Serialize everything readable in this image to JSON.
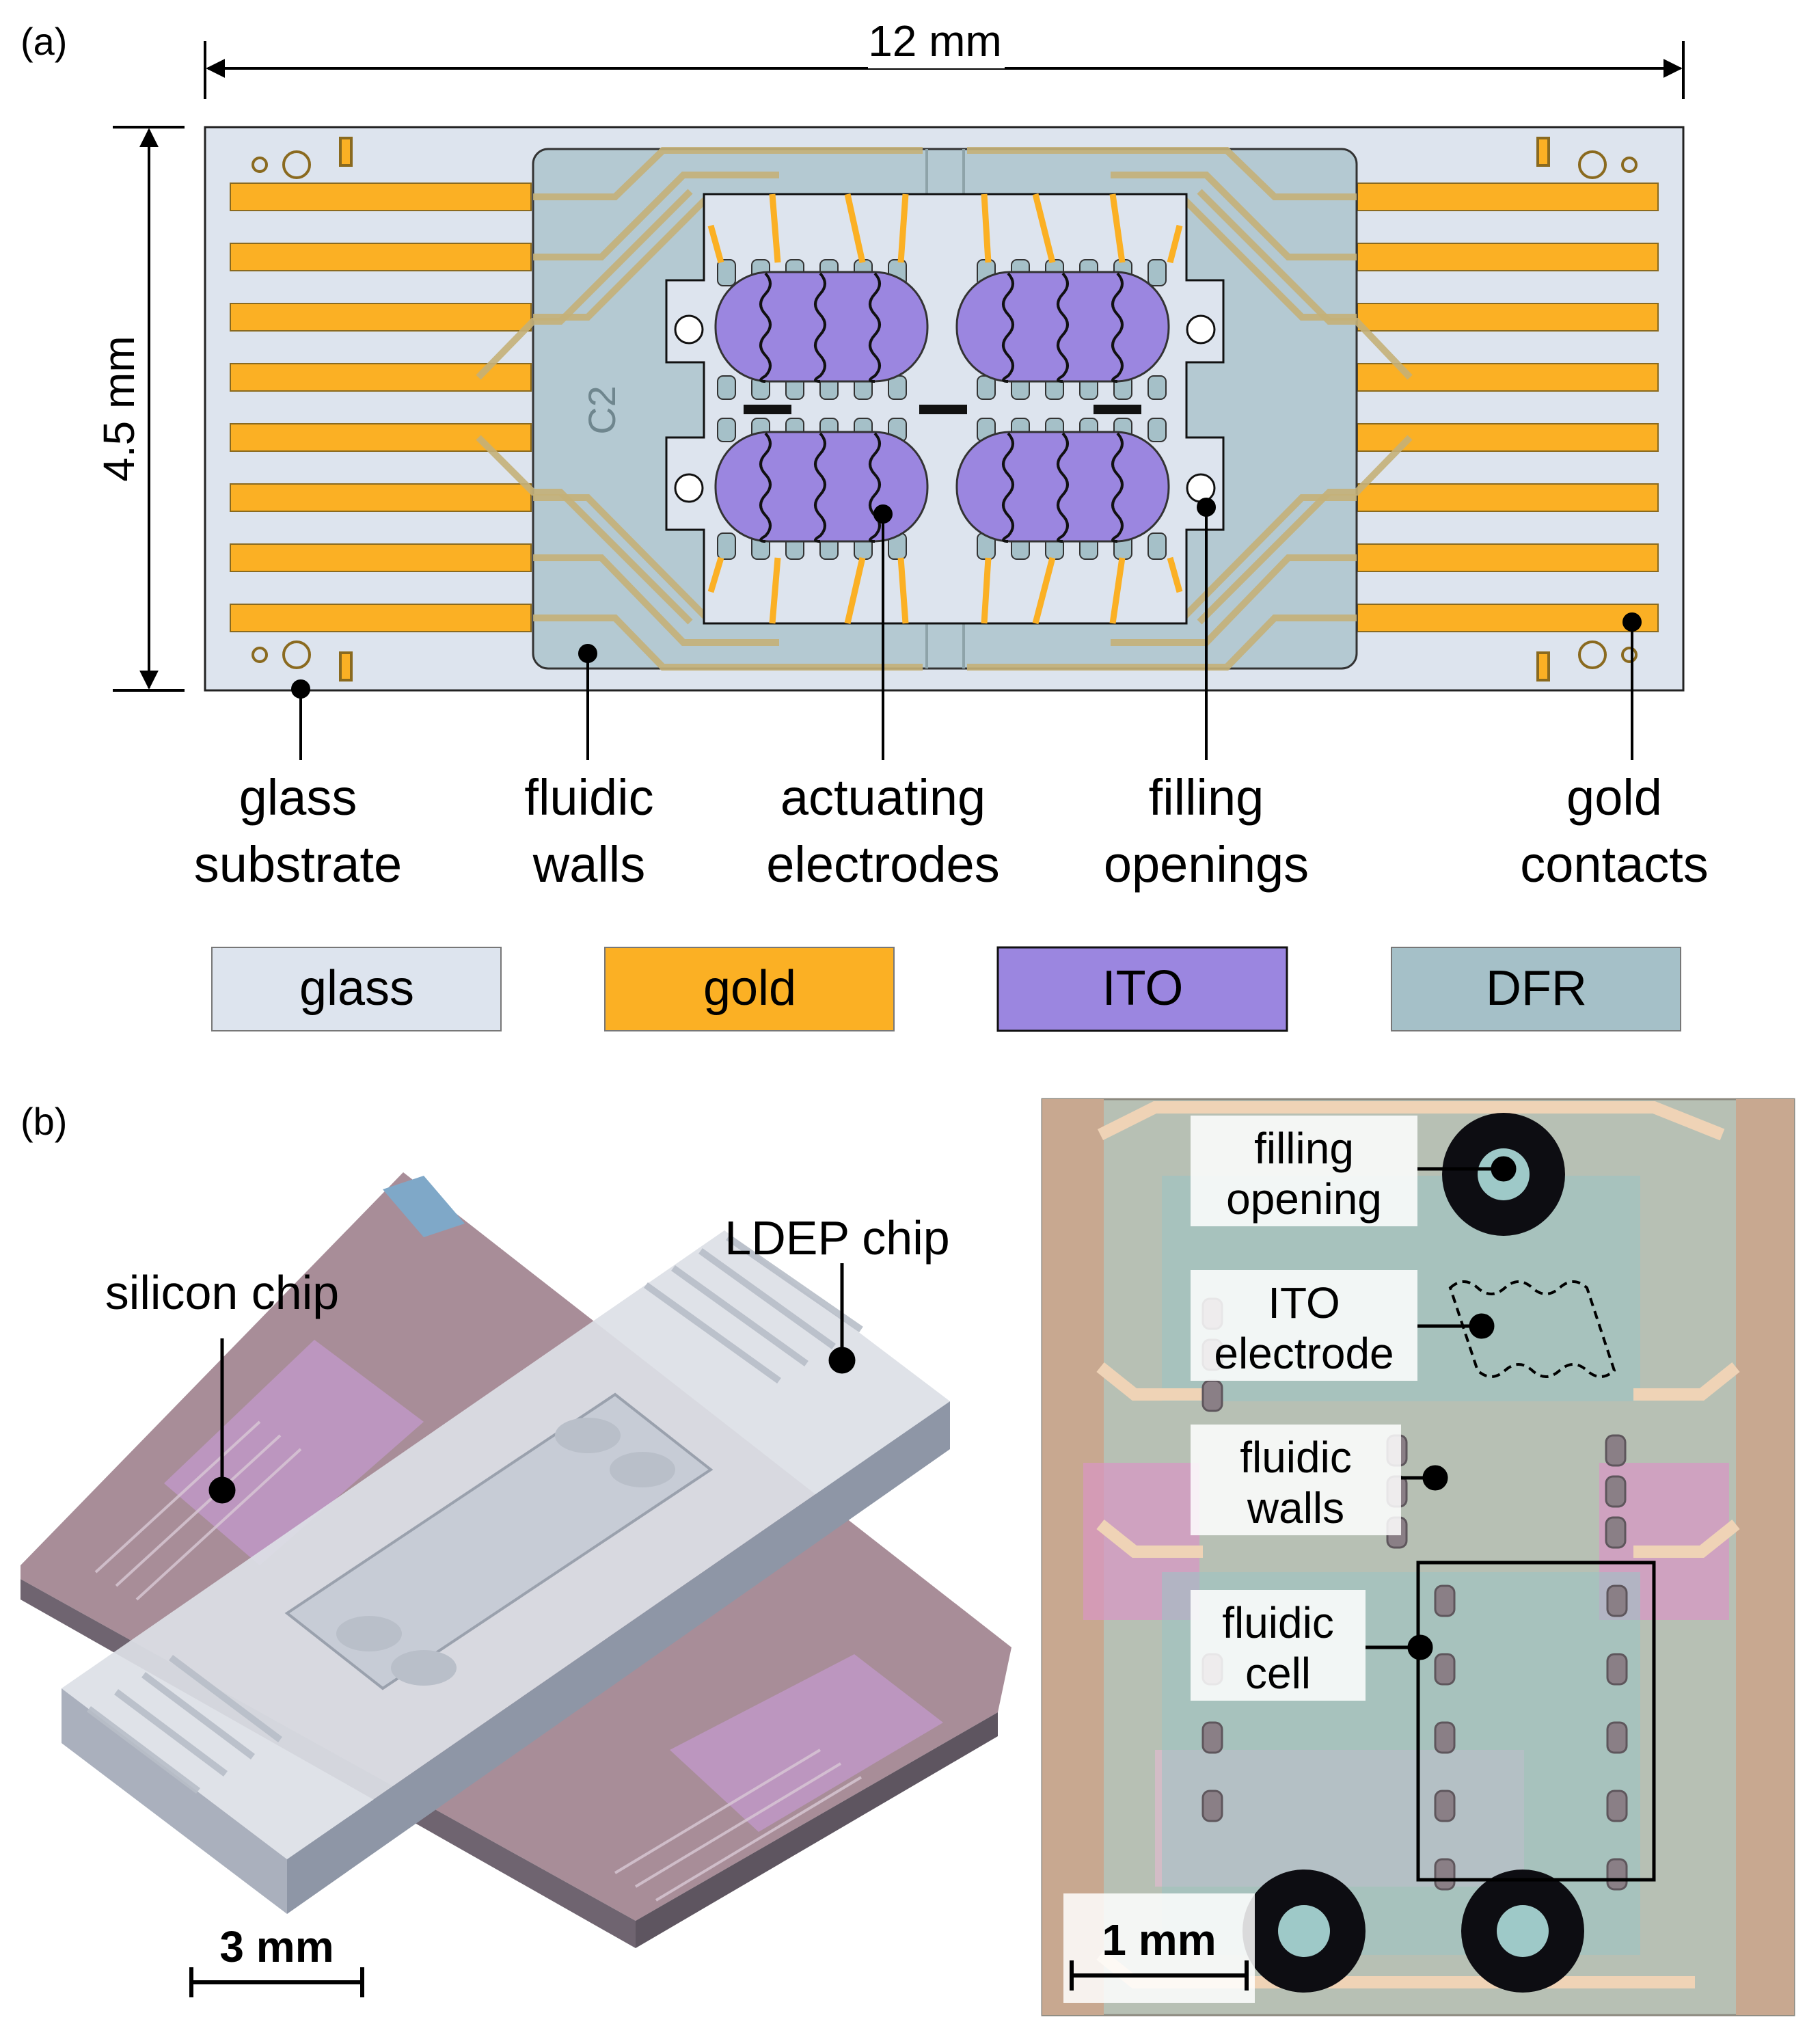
{
  "panel_a": {
    "tag": "(a)",
    "width_dim": "12 mm",
    "height_dim": "4.5 mm",
    "chip_label": "C2",
    "callouts": [
      {
        "line1": "glass",
        "line2": "substrate"
      },
      {
        "line1": "fluidic",
        "line2": "walls"
      },
      {
        "line1": "actuating",
        "line2": "electrodes"
      },
      {
        "line1": "filling",
        "line2": "openings"
      },
      {
        "line1": "gold",
        "line2": "contacts"
      }
    ],
    "legend": [
      {
        "label": "glass",
        "color": "#dde4ee"
      },
      {
        "label": "gold",
        "color": "#fbb024"
      },
      {
        "label": "ITO",
        "color": "#9b86e0"
      },
      {
        "label": "DFR",
        "color": "#a5c0c8"
      }
    ]
  },
  "panel_b": {
    "tag": "(b)",
    "photo_left": {
      "label_silicon": "silicon chip",
      "label_ldep": "LDEP chip",
      "scale": "3 mm"
    },
    "photo_right": {
      "callouts": [
        {
          "line1": "filling",
          "line2": "opening"
        },
        {
          "line1": "ITO",
          "line2": "electrode"
        },
        {
          "line1": "fluidic",
          "line2": "walls"
        },
        {
          "line1": "fluidic",
          "line2": "cell"
        }
      ],
      "scale": "1 mm"
    }
  },
  "colors": {
    "glass": "#dde4ee",
    "gold": "#fbb024",
    "ito": "#9b86e0",
    "dfr": "#a5c0c8"
  }
}
